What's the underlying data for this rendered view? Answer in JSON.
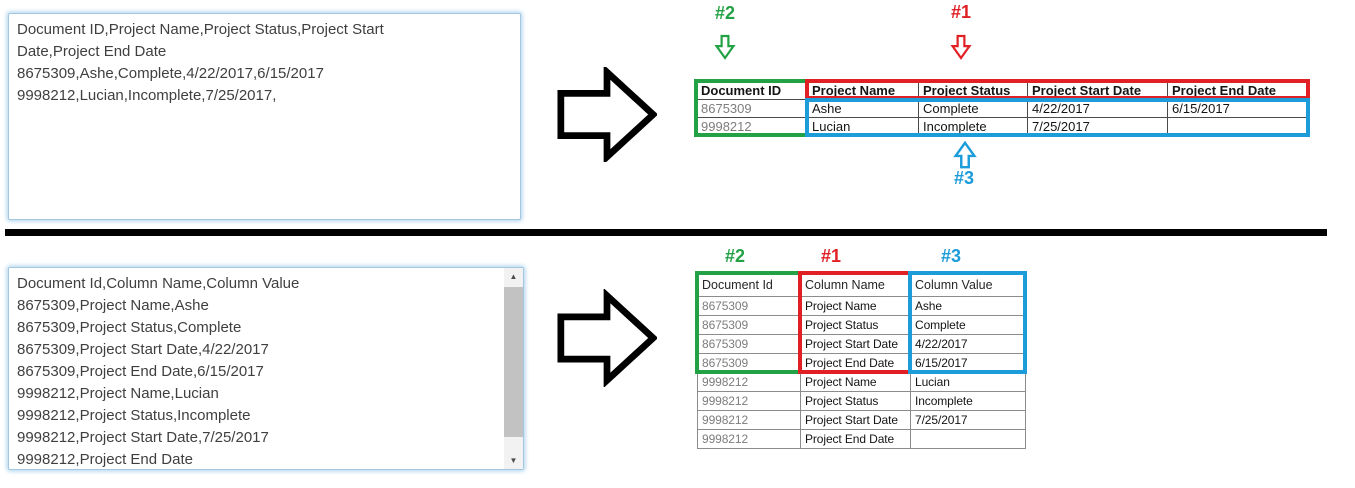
{
  "colors": {
    "green": "#23a245",
    "red": "#e02025",
    "blue": "#1c9cd9",
    "divider": "#000000"
  },
  "annotations": {
    "n1": "#1",
    "n2": "#2",
    "n3": "#3"
  },
  "scrollbar": {
    "up_icon": "▲",
    "down_icon": "▼"
  },
  "top": {
    "csv_box": {
      "lines": [
        "Document ID,Project Name,Project Status,Project Start",
        "Date,Project End Date",
        "8675309,Ashe,Complete,4/22/2017,6/15/2017",
        "9998212,Lucian,Incomplete,7/25/2017,"
      ]
    },
    "table": {
      "columns": [
        "Document ID",
        "Project Name",
        "Project Status",
        "Project Start Date",
        "Project End Date"
      ],
      "rows": [
        [
          "8675309",
          "Ashe",
          "Complete",
          "4/22/2017",
          "6/15/2017"
        ],
        [
          "9998212",
          "Lucian",
          "Incomplete",
          "7/25/2017",
          ""
        ]
      ]
    }
  },
  "bottom": {
    "csv_box": {
      "lines": [
        "Document Id,Column Name,Column Value",
        "8675309,Project Name,Ashe",
        "8675309,Project Status,Complete",
        "8675309,Project Start Date,4/22/2017",
        "8675309,Project End Date,6/15/2017",
        "9998212,Project Name,Lucian",
        "9998212,Project Status,Incomplete",
        "9998212,Project Start Date,7/25/2017",
        "9998212,Project End Date"
      ]
    },
    "table": {
      "columns": [
        "Document Id",
        "Column Name",
        "Column Value"
      ],
      "rows": [
        [
          "8675309",
          "Project Name",
          "Ashe"
        ],
        [
          "8675309",
          "Project Status",
          "Complete"
        ],
        [
          "8675309",
          "Project Start Date",
          "4/22/2017"
        ],
        [
          "8675309",
          "Project End Date",
          "6/15/2017"
        ],
        [
          "9998212",
          "Project Name",
          "Lucian"
        ],
        [
          "9998212",
          "Project Status",
          "Incomplete"
        ],
        [
          "9998212",
          "Project Start Date",
          "7/25/2017"
        ],
        [
          "9998212",
          "Project End Date",
          ""
        ]
      ]
    }
  }
}
